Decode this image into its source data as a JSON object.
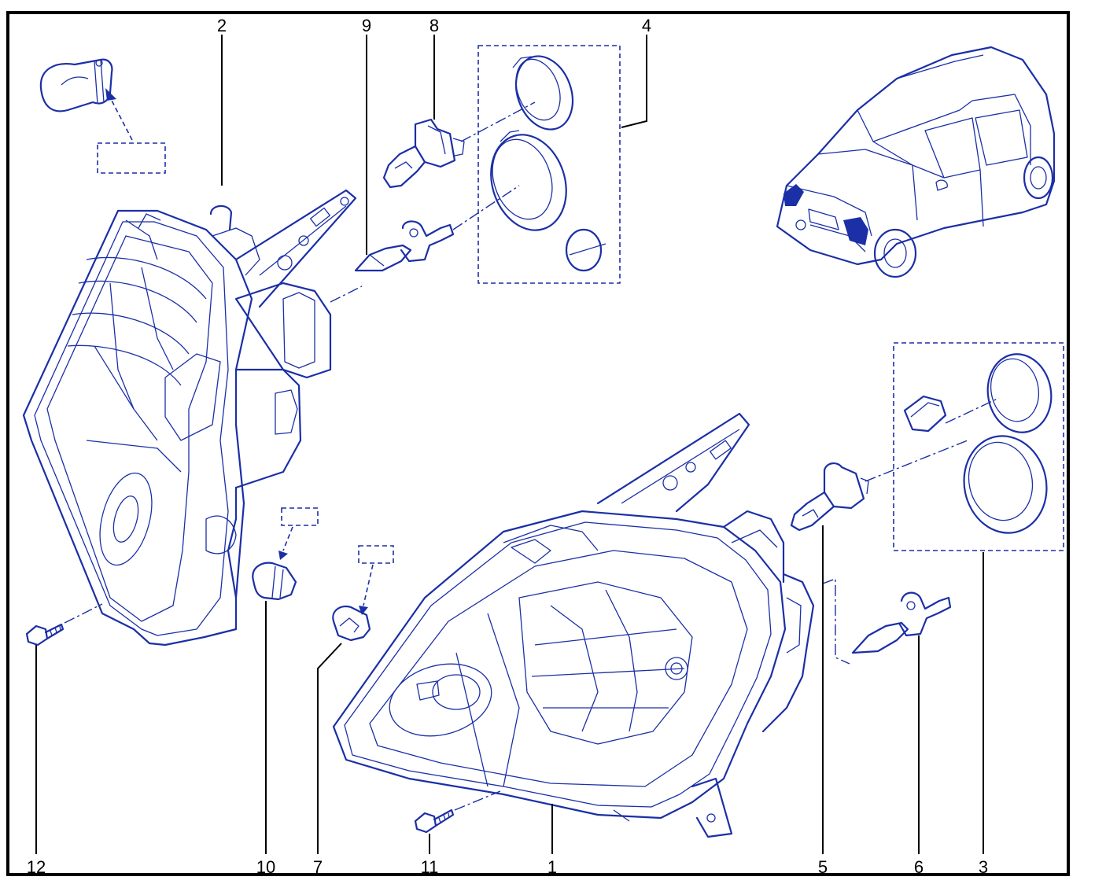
{
  "callouts": [
    {
      "id": "c1",
      "label": "1"
    },
    {
      "id": "c2",
      "label": "2"
    },
    {
      "id": "c3",
      "label": "3"
    },
    {
      "id": "c4",
      "label": "4"
    },
    {
      "id": "c5",
      "label": "5"
    },
    {
      "id": "c6",
      "label": "6"
    },
    {
      "id": "c7",
      "label": "7"
    },
    {
      "id": "c8",
      "label": "8"
    },
    {
      "id": "c9",
      "label": "9"
    },
    {
      "id": "c10",
      "label": "10"
    },
    {
      "id": "c11",
      "label": "11"
    },
    {
      "id": "c12",
      "label": "12"
    }
  ],
  "colors": {
    "line": "#1b2fa6",
    "frame": "#000000",
    "background": "#ffffff"
  }
}
